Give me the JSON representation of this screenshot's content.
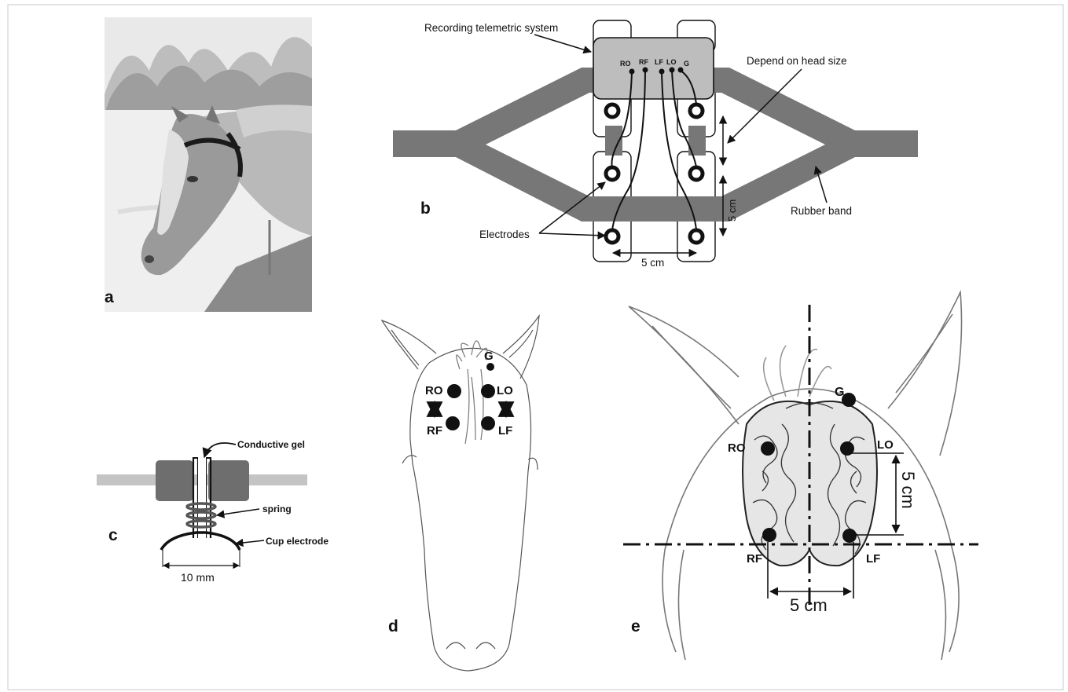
{
  "panel_labels": {
    "a": "a",
    "b": "b",
    "c": "c",
    "d": "d",
    "e": "e"
  },
  "panel_b": {
    "recording_system": "Recording telemetric system",
    "depend_on_head_size": "Depend on head size",
    "rubber_band": "Rubber band",
    "electrodes": "Electrodes",
    "dim_vertical": "5 cm",
    "dim_horizontal": "5 cm",
    "channels": [
      "RO",
      "RF",
      "LF",
      "LO",
      "G"
    ]
  },
  "panel_c": {
    "conductive_gel": "Conductive gel",
    "spring": "spring",
    "cup_electrode": "Cup electrode",
    "dim": "10 mm"
  },
  "panel_d": {
    "g": "G",
    "ro": "RO",
    "lo": "LO",
    "rf": "RF",
    "lf": "LF"
  },
  "panel_e": {
    "g": "G",
    "ro": "RO",
    "lo": "LO",
    "rf": "RF",
    "lf": "LF",
    "dim_vertical": "5 cm",
    "dim_horizontal": "5 cm"
  }
}
